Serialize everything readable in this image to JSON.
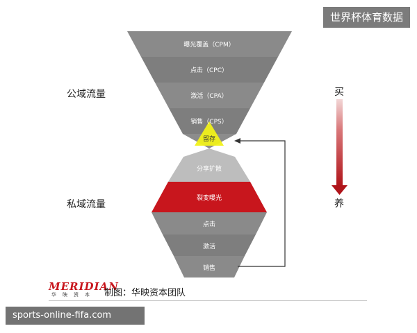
{
  "watermark": "世界杯体育数据",
  "source_badge": "sports-online-fifa.com",
  "public": {
    "label": "公域流量",
    "stages": [
      "曝光覆盖（CPM）",
      "点击（CPC）",
      "激活（CPA）",
      "销售（CPS）"
    ]
  },
  "retain": "留存",
  "private": {
    "label": "私域流量",
    "stages": [
      "分享扩散",
      "裂变曝光",
      "点击",
      "激活",
      "销售"
    ]
  },
  "arrow": {
    "top": "买",
    "bottom": "养"
  },
  "colors": {
    "gray": "#8c8c8c",
    "gray_dark": "#7a7a7a",
    "red": "#c8161d",
    "yellow": "#f1f119",
    "light": "#bdbdbd"
  },
  "footer": {
    "logo": "MERIDIAN",
    "logo_sub": "华映资本",
    "credit": "制图：华映资本团队"
  }
}
